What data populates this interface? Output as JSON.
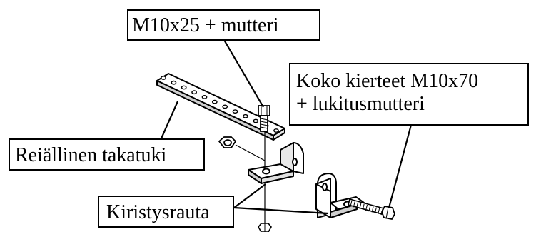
{
  "labels": {
    "bolt": "M10x25 + mutteri",
    "threaded_line1": "Koko kierteet M10x70",
    "threaded_line2": "+ lukitusmutteri",
    "rail": "Reiällinen takatuki",
    "clamp": "Kiristysrauta"
  },
  "parts": {
    "rail_holes": 12
  },
  "colors": {
    "line": "#000000",
    "fill": "#ffffff",
    "shade": "#cfcfcf"
  }
}
